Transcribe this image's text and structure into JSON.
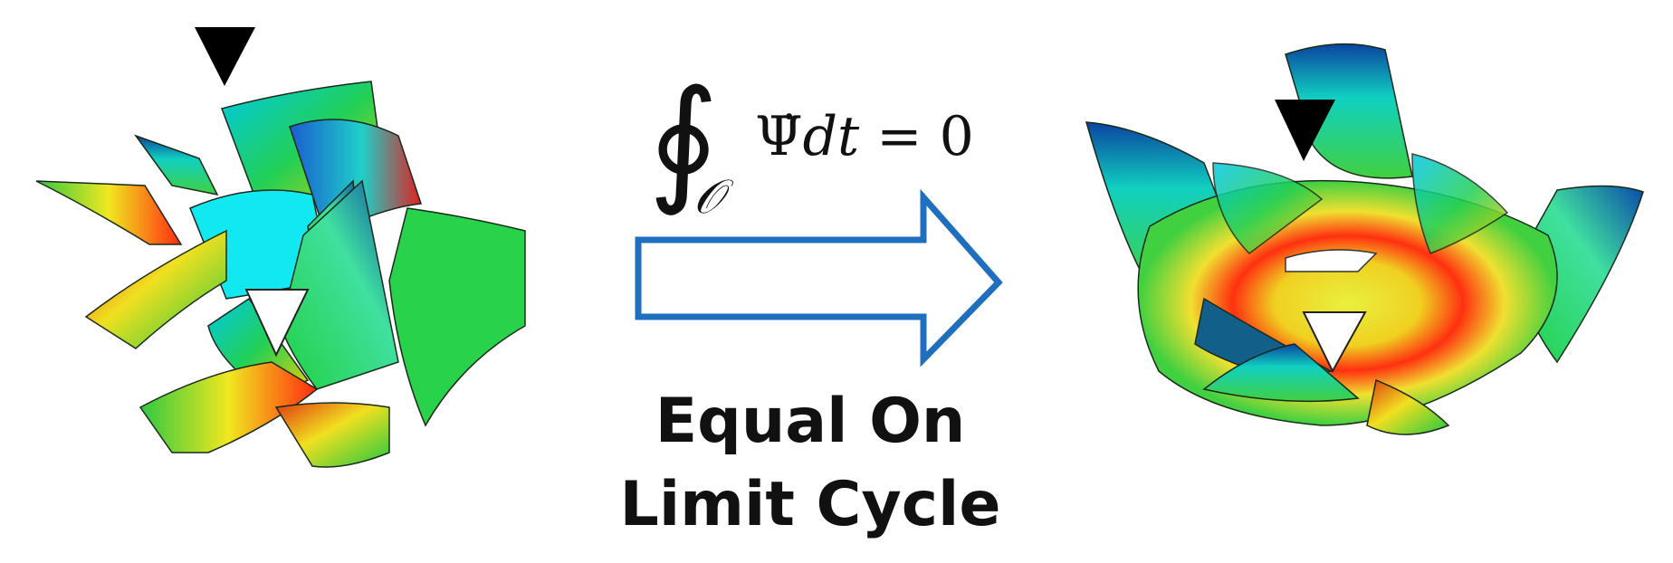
{
  "formula": {
    "integral_symbol": "∮",
    "subscript": "𝒪",
    "integrand": "Ψ̇",
    "differential": "dt",
    "rhs": "= 0"
  },
  "caption": {
    "line1": "Equal On",
    "line2": "Limit Cycle"
  },
  "colors": {
    "arrow_stroke": "#1f6fbf",
    "marker_black": "#000000",
    "marker_white": "#ffffff"
  },
  "icons": {
    "left": "fragmented-surface-patches",
    "right": "assembled-surface-limit-cycle"
  }
}
